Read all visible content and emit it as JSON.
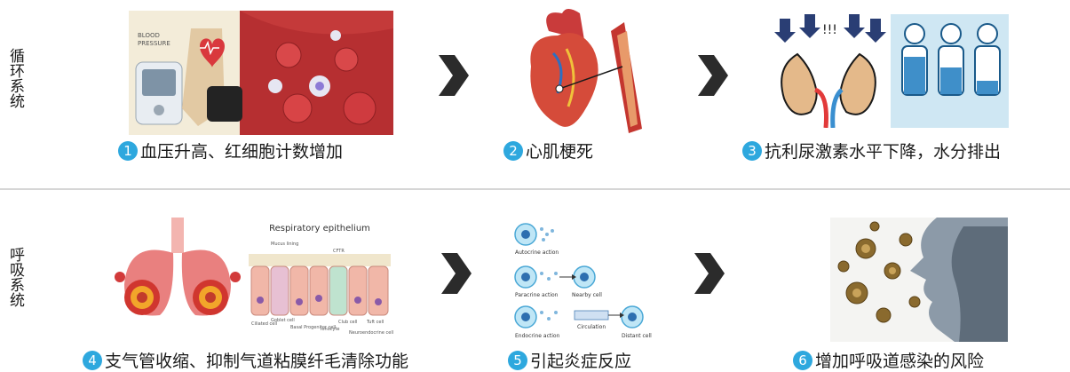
{
  "systems": [
    {
      "label": "循环系统"
    },
    {
      "label": "呼吸系统"
    }
  ],
  "steps": [
    {
      "num": "1",
      "text": "血压升高、红细胞计数增加"
    },
    {
      "num": "2",
      "text": "心肌梗死"
    },
    {
      "num": "3",
      "text": "抗利尿激素水平下降，水分排出"
    },
    {
      "num": "4",
      "text": "支气管收缩、抑制气道粘膜纤毛清除功能"
    },
    {
      "num": "5",
      "text": "引起炎症反应"
    },
    {
      "num": "6",
      "text": "增加呼吸道感染的风险"
    }
  ],
  "images": {
    "bp_monitor": {
      "line1": "BLOOD",
      "line2": "PRESSURE"
    },
    "epithelium": {
      "title": "Respiratory epithelium",
      "labels": [
        "Mucus lining",
        "CFTR",
        "Ciliated cell",
        "Goblet cell",
        "Basal Progenitor cell",
        "Ionocyte",
        "Club cell",
        "Tuft cell",
        "Neuroendocrine cell"
      ]
    },
    "signaling": {
      "autocrine": "Autocrine action",
      "paracrine": "Paracrine action",
      "nearby": "Nearby cell",
      "endocrine": "Endocrine action",
      "circulation": "Circulation",
      "distant": "Distant cell"
    }
  },
  "colors": {
    "accent": "#2ea8de",
    "arrow": "#2b2b2b",
    "divider": "#d6d6d6"
  }
}
